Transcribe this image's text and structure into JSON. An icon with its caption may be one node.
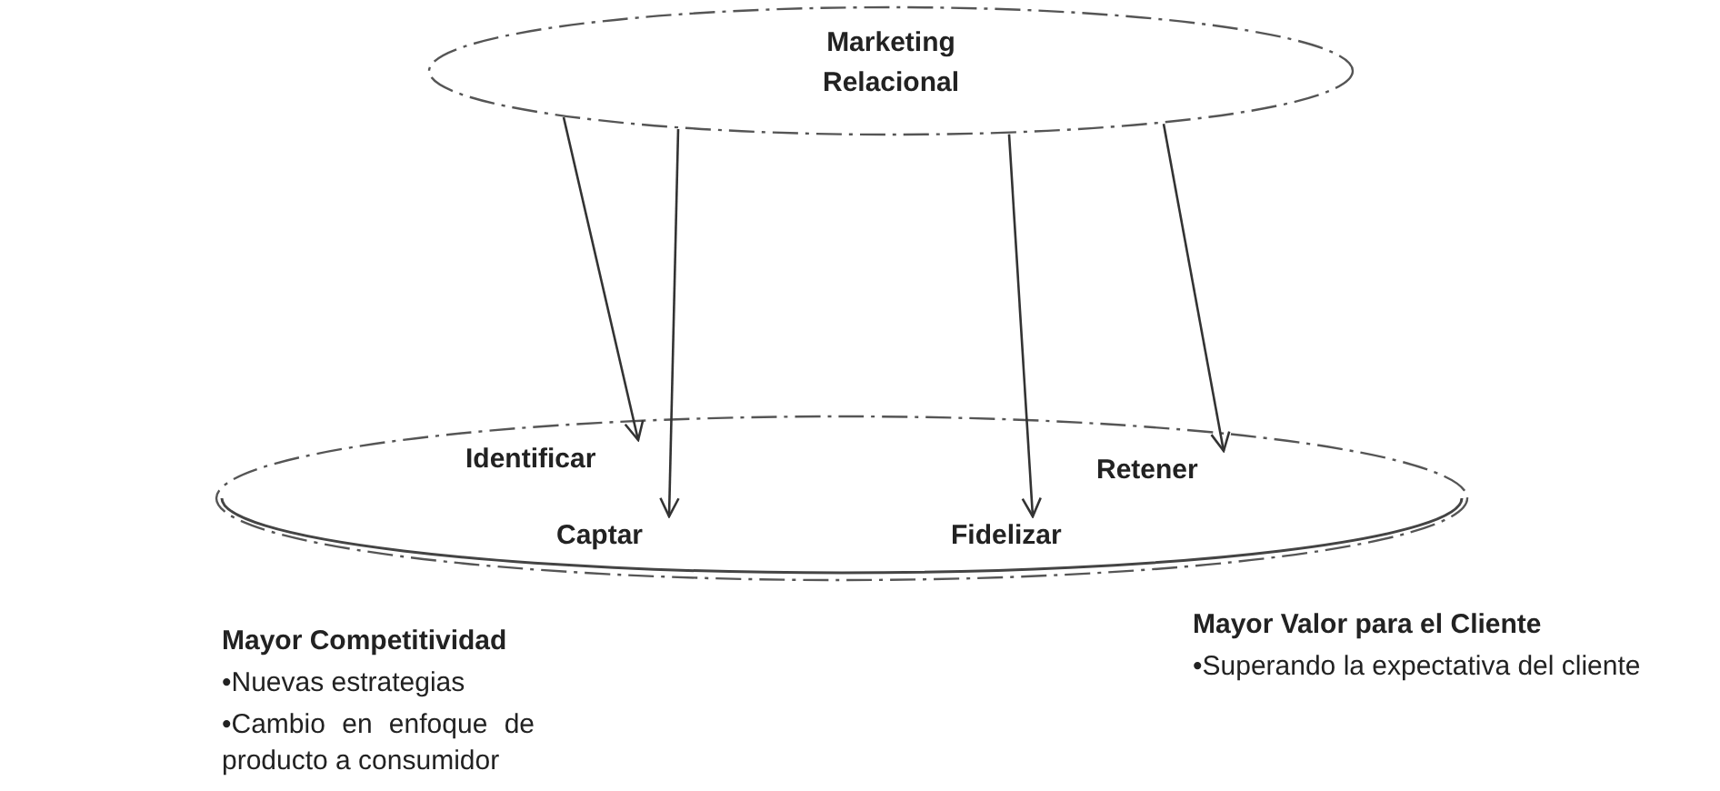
{
  "diagram": {
    "nodes": [
      {
        "text": [
          "Marketing Relacional"
        ]
      },
      {
        "text": [],
        "shape": "ellipse"
      },
      {
        "text": [
          "Identificar"
        ],
        "in": 1
      },
      {
        "text": [
          "Captar"
        ],
        "in": 1
      },
      {
        "text": [
          "Fidelizar"
        ],
        "in": 1
      },
      {
        "text": [
          "Retener"
        ],
        "in": 1
      }
    ],
    "edges": [
      {
        "from": 0,
        "to": 2,
        "arrow": "to"
      },
      {
        "from": 0,
        "to": 3,
        "arrow": "to"
      },
      {
        "from": 0,
        "to": 4,
        "arrow": "to"
      },
      {
        "from": 0,
        "to": 5,
        "arrow": "to"
      }
    ],
    "labels": [
      "Mayor Competitividad",
      "•Nuevas estrategias",
      "•Cambio en enfoque de producto a consumidor",
      "Mayor Valor para el Cliente",
      "•Superando la expectativa del cliente"
    ]
  }
}
